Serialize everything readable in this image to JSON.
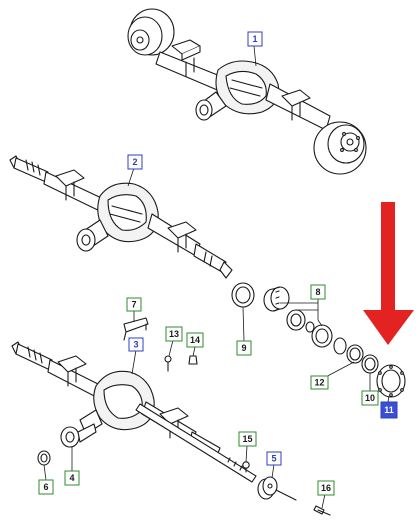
{
  "colors": {
    "line": "#1a1a1a",
    "fill": "#ffffff",
    "shade": "#e9e9e9",
    "blue_label": "#2d3fbf",
    "green_label": "#2e8b2e",
    "highlight_fill": "#3a4fd6",
    "highlight_text": "#ffffff",
    "arrow": "#e32222"
  },
  "callouts": [
    {
      "id": "1",
      "style": "blue"
    },
    {
      "id": "2",
      "style": "blue"
    },
    {
      "id": "3",
      "style": "blue"
    },
    {
      "id": "4",
      "style": "green"
    },
    {
      "id": "5",
      "style": "blue"
    },
    {
      "id": "6",
      "style": "green"
    },
    {
      "id": "7",
      "style": "green"
    },
    {
      "id": "8",
      "style": "green"
    },
    {
      "id": "9",
      "style": "green"
    },
    {
      "id": "10",
      "style": "green"
    },
    {
      "id": "11",
      "style": "highlight"
    },
    {
      "id": "12",
      "style": "green"
    },
    {
      "id": "13",
      "style": "green"
    },
    {
      "id": "14",
      "style": "green"
    },
    {
      "id": "15",
      "style": "green"
    },
    {
      "id": "16",
      "style": "green"
    }
  ]
}
